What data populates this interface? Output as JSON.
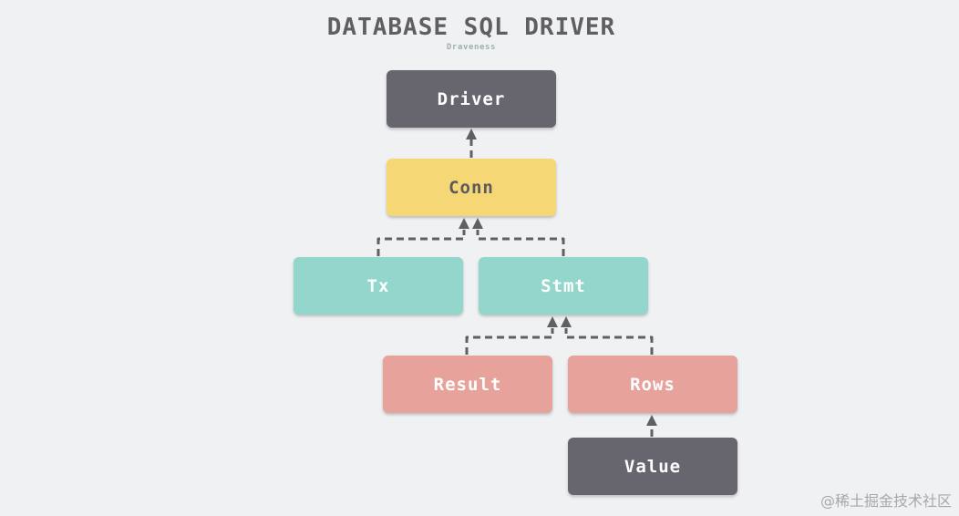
{
  "title": "DATABASE SQL DRIVER",
  "subtitle": "Draveness",
  "nodes": {
    "driver": {
      "label": "Driver"
    },
    "conn": {
      "label": "Conn"
    },
    "tx": {
      "label": "Tx"
    },
    "stmt": {
      "label": "Stmt"
    },
    "result": {
      "label": "Result"
    },
    "rows": {
      "label": "Rows"
    },
    "value": {
      "label": "Value"
    }
  },
  "colors": {
    "background": "#f0f1f3",
    "dark_node": "#67666e",
    "yellow_node": "#f6d776",
    "teal_node": "#93d6cc",
    "salmon_node": "#e7a29b",
    "arrow": "#5f5f66",
    "title": "#5f5e63"
  },
  "watermark": "@稀土掘金技术社区"
}
